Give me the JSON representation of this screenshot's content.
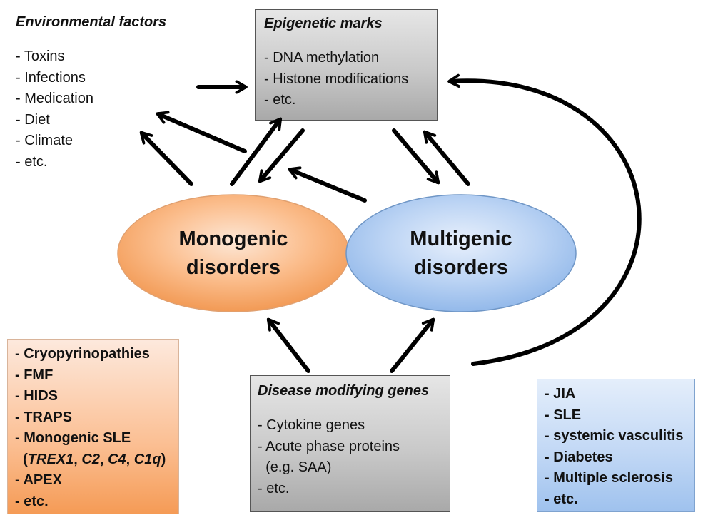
{
  "environmental": {
    "title": "Environmental factors",
    "items": [
      "- Toxins",
      "- Infections",
      "- Medication",
      "- Diet",
      "- Climate",
      "- etc."
    ]
  },
  "epigenetic": {
    "title": "Epigenetic marks",
    "items": [
      "- DNA methylation",
      "- Histone modifications",
      "- etc."
    ]
  },
  "monogenic": {
    "line1": "Monogenic",
    "line2": "disorders"
  },
  "multigenic": {
    "line1": "Multigenic",
    "line2": "disorders"
  },
  "modifying_genes": {
    "title": "Disease modifying genes",
    "items": [
      "- Cytokine genes",
      "- Acute phase proteins",
      "  (e.g. SAA)",
      "- etc."
    ]
  },
  "monogenic_list": {
    "items": [
      "- Cryopyrinopathies",
      "- FMF",
      "- HIDS",
      "- TRAPS",
      "- Monogenic SLE"
    ],
    "genes": {
      "open": "  (",
      "g1": "TREX1",
      "s1": ", ",
      "g2": "C2",
      "s2": ", ",
      "g3": "C4",
      "s3": ", ",
      "g4": "C1q",
      "close": ")"
    },
    "items2": [
      "- APEX",
      "- etc."
    ]
  },
  "multigenic_list": {
    "items": [
      "- JIA",
      "- SLE",
      "- systemic vasculitis",
      "- Diabetes",
      "- Multiple sclerosis",
      "- etc."
    ]
  },
  "colors": {
    "monogenic_fill": "#f7a867",
    "multigenic_fill": "#9cc0ee",
    "arrow": "#000000"
  }
}
